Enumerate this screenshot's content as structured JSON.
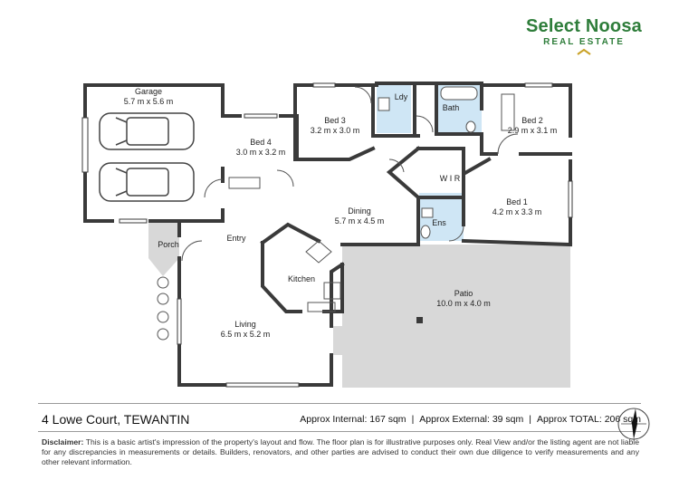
{
  "brand": {
    "name": "Select Noosa",
    "tagline": "REAL ESTATE",
    "color": "#2e7d3a"
  },
  "rooms": {
    "garage": {
      "name": "Garage",
      "dims": "5.7 m x 5.6 m"
    },
    "bed4": {
      "name": "Bed 4",
      "dims": "3.0 m x 3.2 m"
    },
    "bed3": {
      "name": "Bed 3",
      "dims": "3.2 m x 3.0 m"
    },
    "ldy": {
      "name": "Ldy"
    },
    "bath": {
      "name": "Bath"
    },
    "bed2": {
      "name": "Bed 2",
      "dims": "2.9 m x 3.1 m"
    },
    "dining": {
      "name": "Dining",
      "dims": "5.7 m x 4.5 m"
    },
    "wir": {
      "name": "W I R"
    },
    "bed1": {
      "name": "Bed 1",
      "dims": "4.2 m x 3.3 m"
    },
    "ens": {
      "name": "Ens"
    },
    "porch": {
      "name": "Porch"
    },
    "entry": {
      "name": "Entry"
    },
    "kitchen": {
      "name": "Kitchen"
    },
    "patio": {
      "name": "Patio",
      "dims": "10.0 m x 4.0 m"
    },
    "living": {
      "name": "Living",
      "dims": "6.5 m x 5.2 m"
    }
  },
  "colors": {
    "wall": "#3a3a3a",
    "wet_area": "#cfe6f5",
    "patio": "#d8d8d8",
    "porch": "#d8d8d8"
  },
  "footer": {
    "address": "4 Lowe Court, TEWANTIN",
    "internal": "Approx Internal: 167 sqm",
    "external": "Approx External: 39 sqm",
    "total": "Approx TOTAL: 206 sqm",
    "separator": "|",
    "disclaimer_label": "Disclaimer:",
    "disclaimer_text": "This is a basic artist's impression of the property's layout and flow. The floor plan is for illustrative purposes only. Real View and/or the listing agent are not liable for any discrepancies in measurements or details. Builders, renovators, and other parties are advised to conduct their own due diligence to verify measurements and any other relevant information."
  }
}
